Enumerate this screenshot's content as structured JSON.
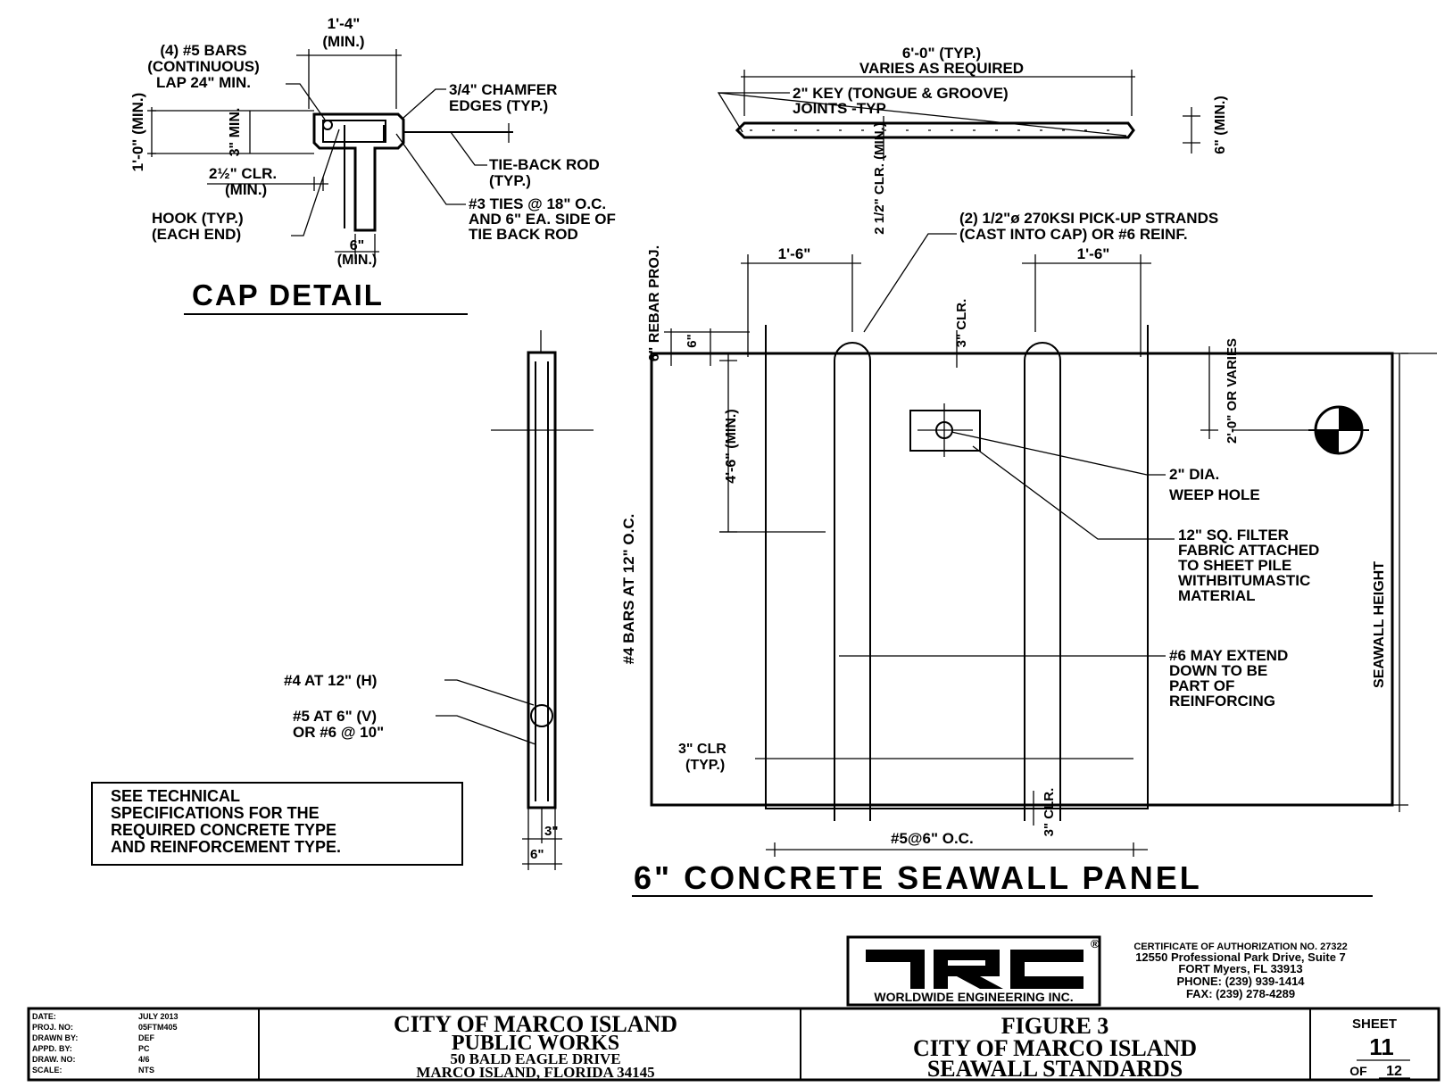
{
  "cap_detail": {
    "title": "CAP DETAIL",
    "dim_width": "1'-4\"",
    "dim_width_note": "(MIN.)",
    "bars_1": "(4) #5 BARS",
    "bars_2": "(CONTINUOUS)",
    "bars_3": "LAP 24\" MIN.",
    "chamfer_1": "3/4\" CHAMFER",
    "chamfer_2": "EDGES (TYP.)",
    "height": "1'-0\" (MIN.)",
    "three_min": "3\" MIN.",
    "clr_1": "2½\" CLR.",
    "clr_2": "(MIN.)",
    "tieback_1": "TIE-BACK ROD",
    "tieback_2": "(TYP.)",
    "ties_1": "#3 TIES @ 18\" O.C.",
    "ties_2": "AND 6\" EA. SIDE OF",
    "ties_3": "TIE BACK ROD",
    "hook_1": "HOOK (TYP.)",
    "hook_2": "(EACH END)",
    "six_1": "6\"",
    "six_2": "(MIN.)"
  },
  "sheet_pile": {
    "dim_1": "6'-0\" (TYP.)",
    "dim_2": "VARIES AS REQUIRED",
    "key_1": "2\" KEY (TONGUE & GROOVE)",
    "key_2": "JOINTS -TYP",
    "clr": "2 1/2\" CLR. (MIN.)",
    "six_min": "6\" (MIN.)"
  },
  "panel": {
    "title": "6\" CONCRETE SEAWALL PANEL",
    "strands_1": "(2) 1/2\"ø 270KSI PICK-UP STRANDS",
    "strands_2": "(CAST INTO CAP) OR #6 REINF.",
    "dim_left": "1'-6\"",
    "dim_right": "1'-6\"",
    "rebar_proj": "6\" REBAR PROJ.",
    "six": "6\"",
    "top_clr": "3\" CLR.",
    "two_ft": "2'-0\" OR VARIES",
    "four_six": "4'-6\" (MIN.)",
    "bars": "#4 BARS AT 12\" O.C.",
    "weep_1": "2\" DIA.",
    "weep_2": "WEEP HOLE",
    "filter_1": "12\" SQ. FILTER",
    "filter_2": "FABRIC ATTACHED",
    "filter_3": "TO SHEET PILE",
    "filter_4": "WITHBITUMASTIC",
    "filter_5": "MATERIAL",
    "seawall_height": "SEAWALL HEIGHT",
    "extend_1": "#6 MAY EXTEND",
    "extend_2": "DOWN TO BE",
    "extend_3": "PART OF",
    "extend_4": "REINFORCING",
    "clr_typ_1": "3\" CLR",
    "clr_typ_2": "(TYP.)",
    "bottom_clr": "3\" CLR.",
    "bottom_bars": "#5@6\" O.C."
  },
  "section": {
    "h_bars": "#4 AT 12\" (H)",
    "v_bars_1": "#5 AT 6\" (V)",
    "v_bars_2": "OR #6 @ 10\"",
    "three": "3\"",
    "six": "6\""
  },
  "note": {
    "line_1": "SEE TECHNICAL",
    "line_2": "SPECIFICATIONS FOR THE",
    "line_3": "REQUIRED CONCRETE TYPE",
    "line_4": "AND REINFORCEMENT TYPE."
  },
  "firm": {
    "logo_text": "TRC",
    "logo_caption": "WORLDWIDE ENGINEERING INC.",
    "registered": "®",
    "cert": "CERTIFICATE OF AUTHORIZATION NO. 27322",
    "address_1": "12550 Professional Park Drive, Suite 7",
    "address_2": "FORT Myers, FL 33913",
    "phone": "PHONE: (239) 939-1414",
    "fax": "FAX: (239) 278-4289"
  },
  "title_block": {
    "info": [
      {
        "label": "DATE:",
        "value": "JULY 2013"
      },
      {
        "label": "PROJ. NO:",
        "value": "05FTM405"
      },
      {
        "label": "DRAWN BY:",
        "value": "DEF"
      },
      {
        "label": "APPD. BY:",
        "value": "PC"
      },
      {
        "label": "DRAW. NO:",
        "value": "4/6"
      },
      {
        "label": "SCALE:",
        "value": "NTS"
      }
    ],
    "owner_1": "CITY OF MARCO ISLAND",
    "owner_2": "PUBLIC WORKS",
    "owner_3": "50 BALD EAGLE DRIVE",
    "owner_4": "MARCO ISLAND, FLORIDA 34145",
    "figure_1": "FIGURE 3",
    "figure_2": "CITY OF MARCO ISLAND",
    "figure_3": "SEAWALL STANDARDS",
    "sheet_label": "SHEET",
    "sheet_no": "11",
    "of_label": "OF",
    "of_total": "12"
  }
}
